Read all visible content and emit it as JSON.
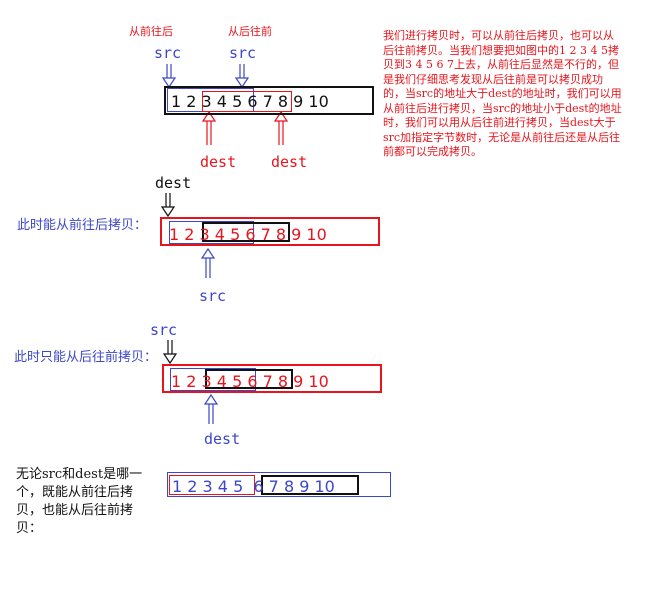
{
  "section1": {
    "header_left": "从前往后",
    "header_right": "从后往前",
    "src_left": "src",
    "src_right": "src",
    "sequence": "1 2 3 4 5 6 7 8 9 10",
    "dest_left": "dest",
    "dest_right": "dest"
  },
  "explanation": "我们进行拷贝时，可以从前往后拷贝，也可以从后往前拷贝。当我们想要把如图中的1 2 3 4 5拷贝到3 4 5 6 7上去，从前往后显然是不行的，但是我们仔细思考发现从后往前是可以拷贝成功的，当src的地址大于dest的地址时，我们可以用从前往后进行拷贝，当src的地址小于dest的地址时，我们可以用从后往前进行拷贝，当dest大于src加指定字节数时，无论是从前往后还是从后往前都可以完成拷贝。",
  "section2": {
    "caption": "此时能从前往后拷贝：",
    "dest": "dest",
    "sequence": "1 2 3 4 5 6 7 8 9 10",
    "src": "src"
  },
  "section3": {
    "caption": "此时只能从后往前拷贝：",
    "src": "src",
    "sequence": "1 2 3 4 5 6 7 8 9 10",
    "dest": "dest"
  },
  "section4": {
    "caption": "无论src和dest是哪一个，既能从前往后拷贝，也能从后往前拷贝：",
    "sequence": "1 2 3 4 5  6 7 8 9 10"
  },
  "colors": {
    "red": "#e8141c",
    "blue": "#3d47c9",
    "black": "#111111"
  }
}
